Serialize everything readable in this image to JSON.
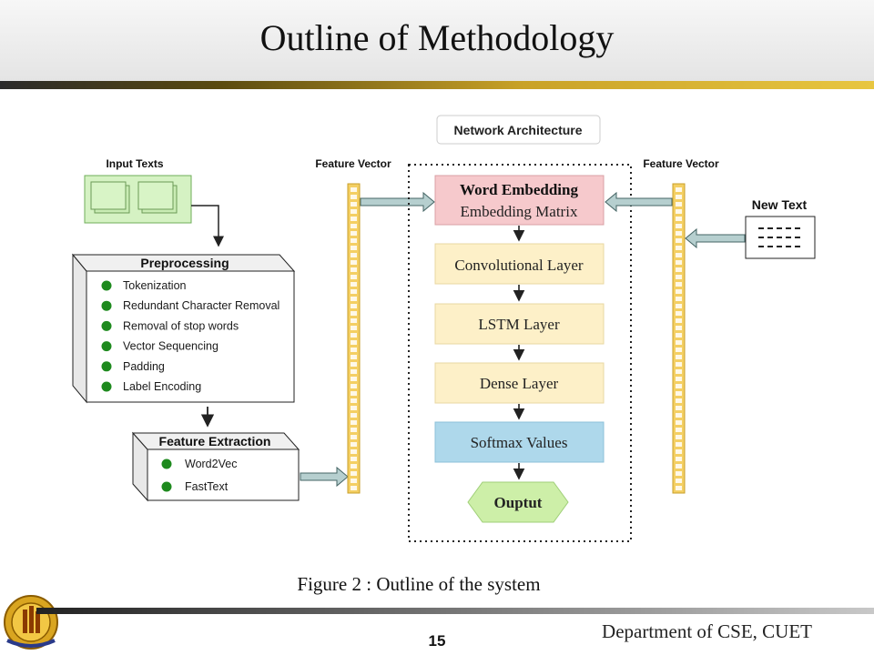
{
  "slide": {
    "title": "Outline of Methodology",
    "caption": "Figure 2 : Outline of the system",
    "page_number": "15",
    "department": "Department of CSE, CUET"
  },
  "diagram": {
    "input_texts_label": "Input Texts",
    "feature_vector_left_label": "Feature Vector",
    "feature_vector_right_label": "Feature Vector",
    "network_architecture_label": "Network Architecture",
    "new_text_label": "New Text",
    "preprocessing": {
      "title": "Preprocessing",
      "items": [
        "Tokenization",
        "Redundant Character Removal",
        "Removal of stop words",
        "Vector Sequencing",
        "Padding",
        "Label Encoding"
      ]
    },
    "feature_extraction": {
      "title": "Feature Extraction",
      "items": [
        "Word2Vec",
        "FastText"
      ]
    },
    "layers": {
      "word_embedding": "Word Embedding",
      "embedding_matrix": "Embedding Matrix",
      "convolutional": "Convolutional Layer",
      "lstm": "LSTM Layer",
      "dense": "Dense Layer",
      "softmax": "Softmax Values",
      "output": "Ouptut"
    },
    "colors": {
      "accent_gold": "#c9a227",
      "feature_vector_fill": "#f4cf63",
      "input_green": "#d5f2c3",
      "word_embedding_pink": "#f6c9cc",
      "layer_cream": "#fdf0c8",
      "softmax_blue": "#aed8eb",
      "output_green": "#cdefa8",
      "bullet_green": "#1e8a1e",
      "arrow_fill": "#b6cfcf"
    }
  }
}
